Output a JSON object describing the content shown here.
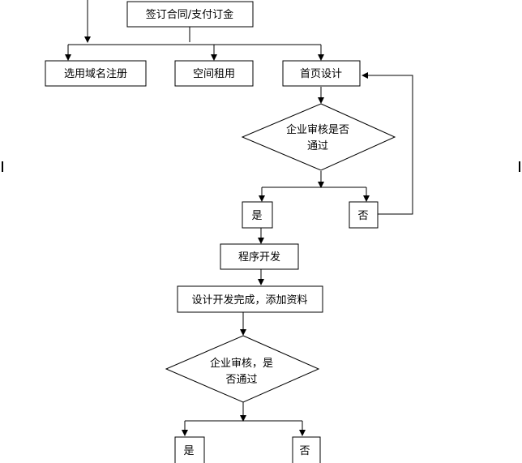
{
  "diagram": {
    "nodes": {
      "sign_contract": "签订合同/支付订金",
      "domain_register": "选用域名注册",
      "space_rental": "空间租用",
      "homepage_design": "首页设计",
      "review1_line1": "企业审核是否",
      "review1_line2": "通过",
      "yes1": "是",
      "no1": "否",
      "program_dev": "程序开发",
      "dev_complete": "设计开发完成，添加资料",
      "review2_line1": "企业审核，是",
      "review2_line2": "否通过",
      "yes2": "是",
      "no2": "否"
    }
  }
}
